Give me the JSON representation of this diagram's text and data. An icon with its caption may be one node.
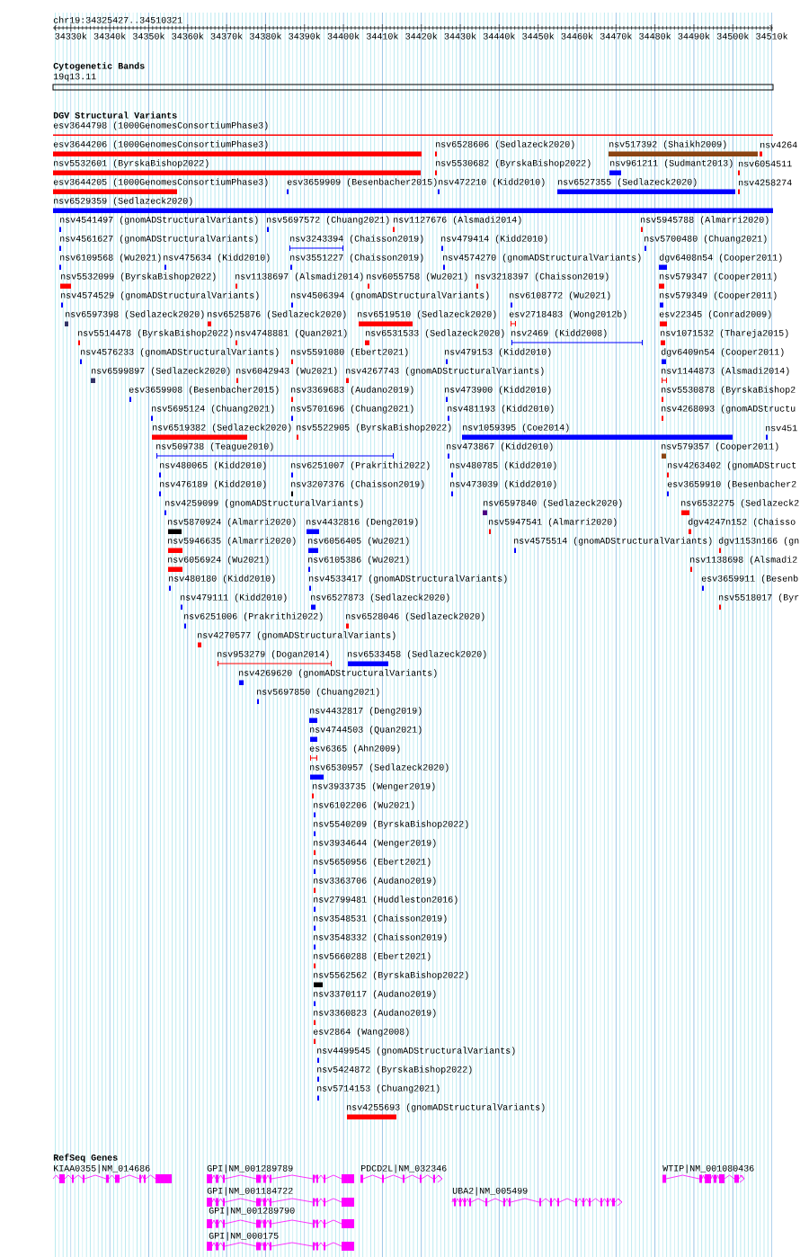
{
  "diagram": {
    "labels": [
      "chr19:34325427..34510321",
      "34330k",
      "34340k",
      "34350k",
      "34360k",
      "34370k",
      "34380k",
      "34390k",
      "34400k",
      "34410k",
      "34420k",
      "34430k",
      "34440k",
      "34450k",
      "34460k",
      "34470k",
      "34480k",
      "34490k",
      "34500k",
      "34510k",
      "Cytogenetic Bands",
      "19q13.11",
      "DGV Structural Variants",
      "esv3644798 (1000GenomesConsortiumPhase3)",
      "esv3644206 (1000GenomesConsortiumPhase3)",
      "nsv6528606 (Sedlazeck2020)",
      "nsv517392 (Shaikh2009)",
      "nsv4264",
      "nsv5532601 (ByrskaBishop2022)",
      "nsv5530682 (ByrskaBishop2022)",
      "nsv961211 (Sudmant2013)",
      "nsv6054511",
      "esv3644205 (1000GenomesConsortiumPhase3)",
      "esv3659909 (Besenbacher2015)",
      "nsv472210 (Kidd2010)",
      "nsv6527355 (Sedlazeck2020)",
      "nsv4258274",
      "nsv6529359 (Sedlazeck2020)",
      "nsv4541497 (gnomADStructuralVariants)",
      "nsv5697572 (Chuang2021)",
      "nsv1127676 (Alsmadi2014)",
      "nsv5945788 (Almarri2020)",
      "nsv4561627 (gnomADStructuralVariants)",
      "nsv3243394 (Chaisson2019)",
      "nsv479414 (Kidd2010)",
      "nsv5700480 (Chuang2021)",
      "nsv6109568 (Wu2021)",
      "nsv475634 (Kidd2010)",
      "nsv3551227 (Chaisson2019)",
      "nsv4574270 (gnomADStructuralVariants)",
      "dgv6408n54 (Cooper2011)",
      "nsv5532099 (ByrskaBishop2022)",
      "nsv1138697 (Alsmadi2014)",
      "nsv6055758 (Wu2021)",
      "nsv3218397 (Chaisson2019)",
      "nsv579347 (Cooper2011)",
      "nsv4574529 (gnomADStructuralVariants)",
      "nsv4506394 (gnomADStructuralVariants)",
      "nsv6108772 (Wu2021)",
      "nsv579349 (Cooper2011)",
      "nsv6597398 (Sedlazeck2020)",
      "nsv6525876 (Sedlazeck2020)",
      "nsv6519510 (Sedlazeck2020)",
      "esv2718483 (Wong2012b)",
      "esv22345 (Conrad2009)",
      "nsv5514478 (ByrskaBishop2022)",
      "nsv4748881 (Quan2021)",
      "nsv6531533 (Sedlazeck2020)",
      "nsv2469 (Kidd2008)",
      "nsv1071532 (Thareja2015)",
      "nsv4576233 (gnomADStructuralVariants)",
      "nsv5591080 (Ebert2021)",
      "nsv479153 (Kidd2010)",
      "dgv6409n54 (Cooper2011)",
      "nsv6599897 (Sedlazeck2020)",
      "nsv6042943 (Wu2021)",
      "nsv4267743 (gnomADStructuralVariants)",
      "nsv1144873 (Alsmadi2014)",
      "esv3659908 (Besenbacher2015)",
      "nsv3369683 (Audano2019)",
      "nsv473900 (Kidd2010)",
      "nsv5530878 (ByrskaBishop2",
      "nsv5695124 (Chuang2021)",
      "nsv5701696 (Chuang2021)",
      "nsv481193 (Kidd2010)",
      "nsv4268093 (gnomADStructu",
      "nsv6519382 (Sedlazeck2020)",
      "nsv5522905 (ByrskaBishop2022)",
      "nsv1059395 (Coe2014)",
      "nsv451",
      "nsv509738 (Teague2010)",
      "nsv473867 (Kidd2010)",
      "nsv579357 (Cooper2011)",
      "nsv480065 (Kidd2010)",
      "nsv6251007 (Prakrithi2022)",
      "nsv480785 (Kidd2010)",
      "nsv4263402 (gnomADStruct",
      "nsv476189 (Kidd2010)",
      "nsv3207376 (Chaisson2019)",
      "nsv473039 (Kidd2010)",
      "esv3659910 (Besenbacher2",
      "nsv4259099 (gnomADStructuralVariants)",
      "nsv6597840 (Sedlazeck2020)",
      "nsv6532275 (Sedlazeck2",
      "nsv5870924 (Almarri2020)",
      "nsv4432816 (Deng2019)",
      "nsv5947541 (Almarri2020)",
      "dgv4247n152 (Chaisso",
      "nsv5946635 (Almarri2020)",
      "nsv6056405 (Wu2021)",
      "nsv4575514 (gnomADStructuralVariants)",
      "dgv1153n166 (gn",
      "nsv6056924 (Wu2021)",
      "nsv6105386 (Wu2021)",
      "nsv1138698 (Alsmadi2",
      "nsv480180 (Kidd2010)",
      "nsv4533417 (gnomADStructuralVariants)",
      "esv3659911 (Besenb",
      "nsv479111 (Kidd2010)",
      "nsv6527873 (Sedlazeck2020)",
      "nsv5518017 (Byr",
      "nsv6251006 (Prakrithi2022)",
      "nsv6528046 (Sedlazeck2020)",
      "nsv4270577 (gnomADStructuralVariants)",
      "nsv953279 (Dogan2014)",
      "nsv6533458 (Sedlazeck2020)",
      "nsv4269620 (gnomADStructuralVariants)",
      "nsv5697850 (Chuang2021)",
      "nsv4432817 (Deng2019)",
      "nsv4744503 (Quan2021)",
      "esv6365 (Ahn2009)",
      "nsv6530957 (Sedlazeck2020)",
      "nsv3933735 (Wenger2019)",
      "nsv6102206 (Wu2021)",
      "nsv5540209 (ByrskaBishop2022)",
      "nsv3934644 (Wenger2019)",
      "nsv5650956 (Ebert2021)",
      "nsv3363706 (Audano2019)",
      "nsv2799481 (Huddleston2016)",
      "nsv3548531 (Chaisson2019)",
      "nsv3548332 (Chaisson2019)",
      "nsv5660288 (Ebert2021)",
      "nsv5562562 (ByrskaBishop2022)",
      "nsv3370117 (Audano2019)",
      "nsv3360823 (Audano2019)",
      "esv2864 (Wang2008)",
      "nsv4499545 (gnomADStructuralVariants)",
      "nsv5424872 (ByrskaBishop2022)",
      "nsv5714153 (Chuang2021)",
      "nsv4255693 (gnomADStructuralVariants)",
      "RefSeq Genes",
      "KIAA0355|NM_014686",
      "GPI|NM_001289789",
      "PDCD2L|NM_032346",
      "WTIP|NM_001080436",
      "GPI|NM_001184722",
      "UBA2|NM_005499",
      "GPI|NM_001289790",
      "GPI|NM_000175"
    ]
  }
}
